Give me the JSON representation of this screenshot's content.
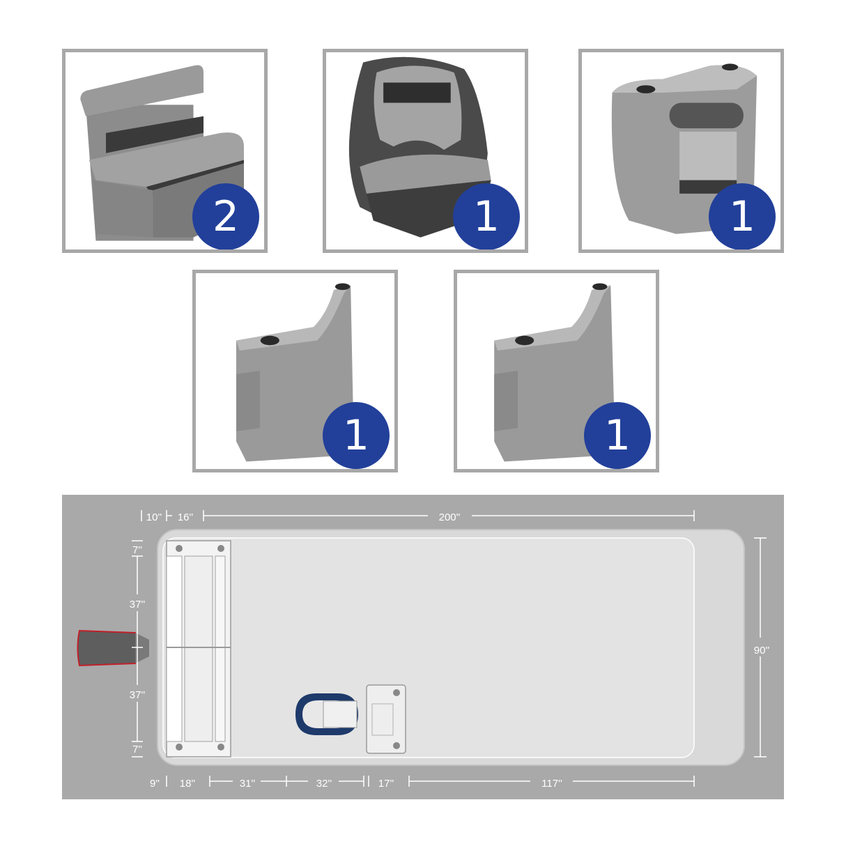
{
  "products": [
    {
      "name": "Bench seat",
      "quantity": "2"
    },
    {
      "name": "Captain's bucket seat",
      "quantity": "1"
    },
    {
      "name": "Console",
      "quantity": "1"
    },
    {
      "name": "Armrest left",
      "quantity": "1"
    },
    {
      "name": "Armrest right",
      "quantity": "1"
    }
  ],
  "layout": {
    "top_dims": {
      "d1": "10''",
      "d2": "16''",
      "d3": "200''"
    },
    "left_dims": {
      "d1": "7''",
      "d2": "37''",
      "d3": "37''",
      "d4": "7''"
    },
    "right_dims": {
      "d1": "90''"
    },
    "bottom_dims": {
      "d1": "9''",
      "d2": "18''",
      "d3": "31''",
      "d4": "32''",
      "d5": "17''",
      "d6": "117''"
    }
  },
  "colors": {
    "badge": "#22409a",
    "card_border": "#a8a8a8",
    "diagram_bg": "#a9a9a9",
    "deck": "#dcdcdc"
  }
}
